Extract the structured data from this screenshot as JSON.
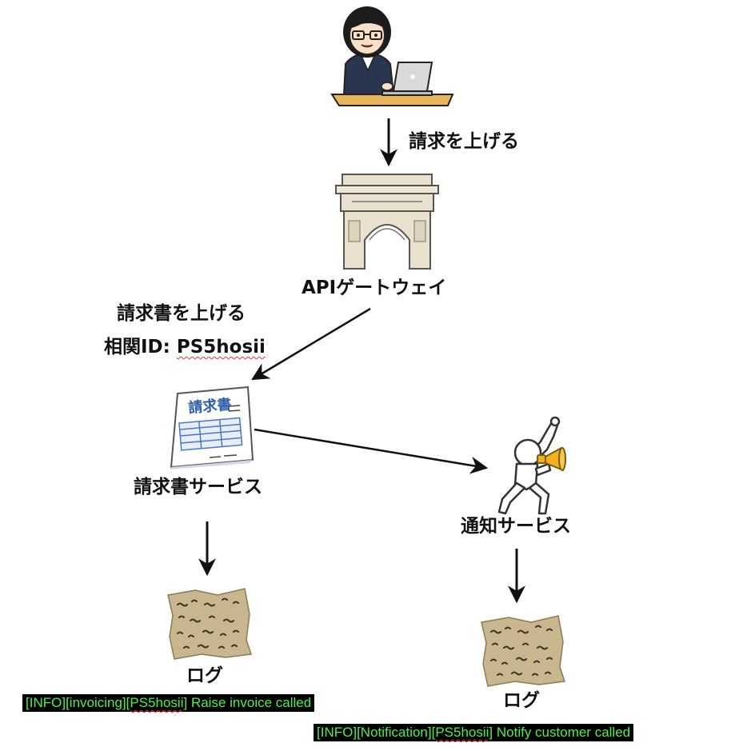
{
  "nodes": {
    "gateway_label": "APIゲートウェイ",
    "invoice_service_label": "請求書サービス",
    "notification_service_label": "通知サービス",
    "invoice_log_label": "ログ",
    "notification_log_label": "ログ"
  },
  "edges": {
    "user_to_gateway": "請求を上げる",
    "gateway_to_invoice_line1": "請求書を上げる",
    "gateway_to_invoice_line2_prefix": "相関ID: ",
    "gateway_to_invoice_line2_id": "PS5hosii"
  },
  "invoice_doc_title": "請求書",
  "logs": {
    "invoicing": {
      "level": "[INFO]",
      "service": "[invoicing]",
      "correlation_id": "[PS5hosii]",
      "message": " Raise invoice called"
    },
    "notification": {
      "level": "[INFO]",
      "service": "[Notification]",
      "correlation_id": "[PS5hosii]",
      "message": " Notify customer called"
    }
  },
  "colors": {
    "log_background": "#000000",
    "log_text": "#4cf04c",
    "stone": "#e9e0cd",
    "parchment": "#c8b68f",
    "megaphone": "#f2b21c"
  }
}
